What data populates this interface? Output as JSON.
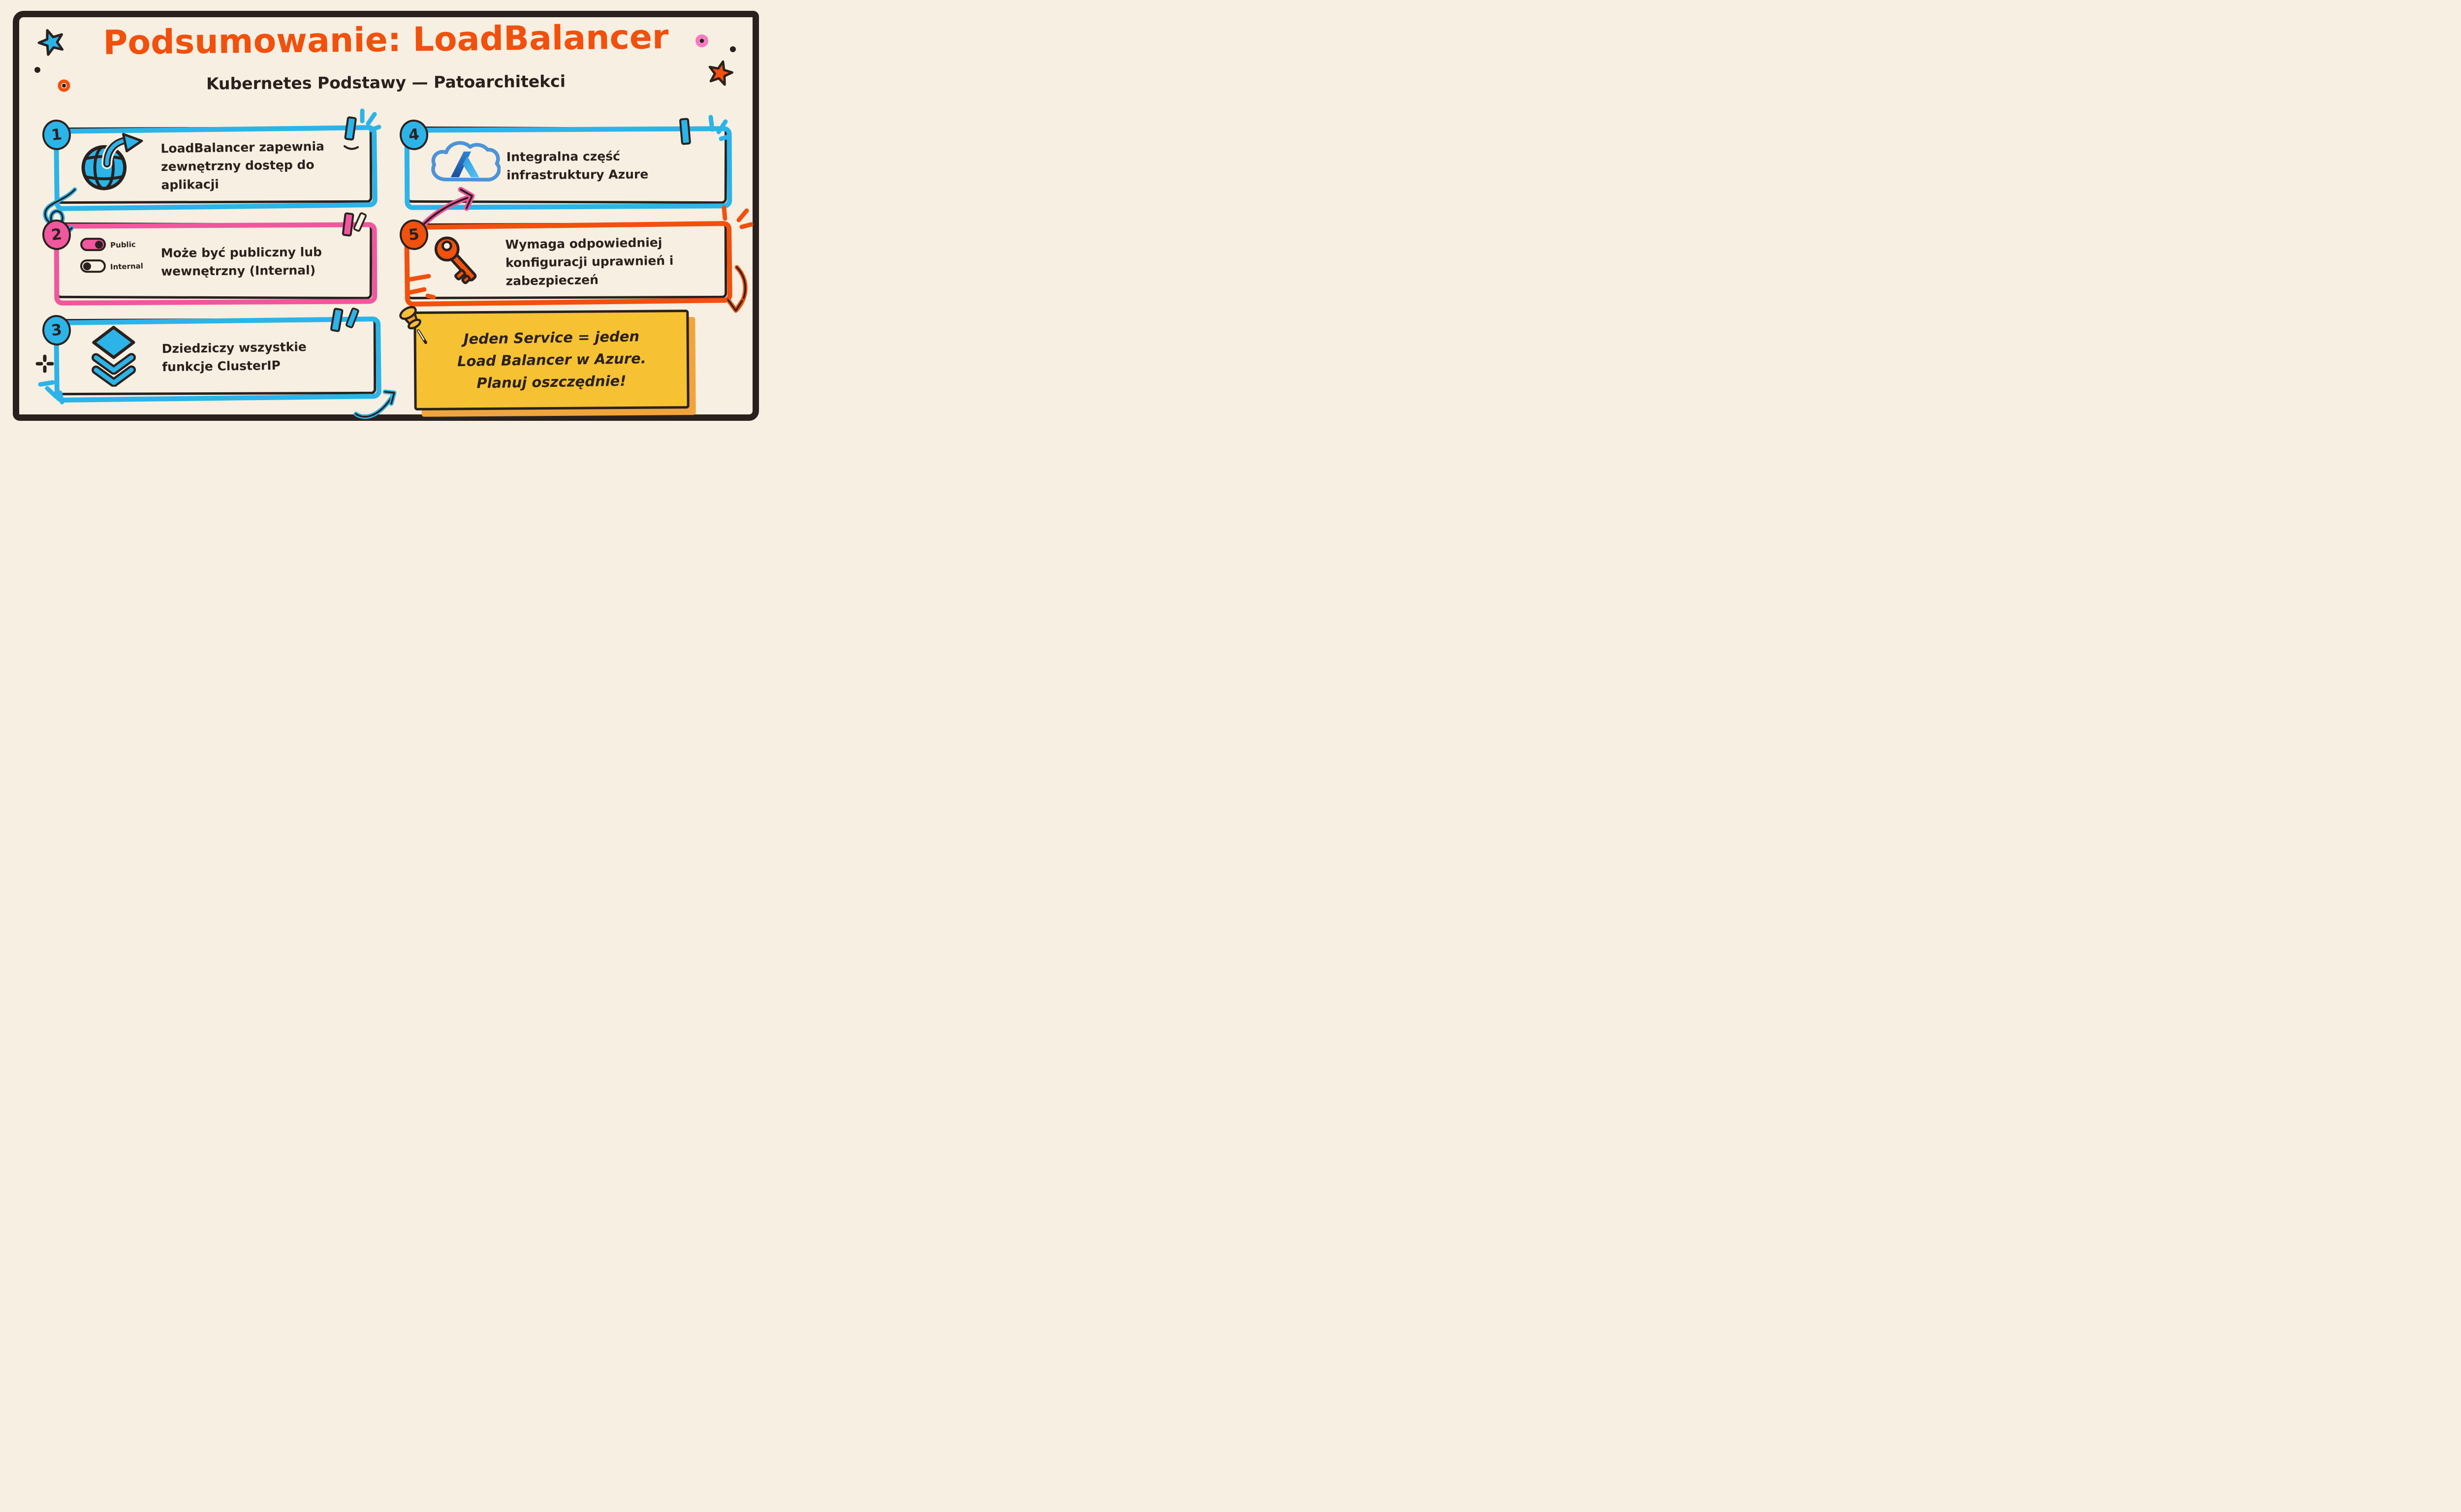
{
  "page": {
    "title": "Podsumowanie: LoadBalancer",
    "subtitle": "Kubernetes Podstawy — Patoarchitekci"
  },
  "colors": {
    "background": "#F7EFE1",
    "ink": "#2A211E",
    "accent_orange": "#F1500D",
    "accent_blue": "#2CB4E9",
    "accent_pink": "#F0579E",
    "note_yellow": "#F6C233",
    "note_shadow": "#F0A53C",
    "azure_cloud_blue": "#4C94D8"
  },
  "cards": [
    {
      "number": "1",
      "accent": "#2CB4E9",
      "icon": "globe-external-access-icon",
      "text": "LoadBalancer zapewnia zewnętrzny dostęp do aplikacji"
    },
    {
      "number": "2",
      "accent": "#F0579E",
      "icon": "public-internal-toggles-icon",
      "text": "Może być publiczny lub wewnętrzny (Internal)",
      "toggles": [
        {
          "label": "Public",
          "state": "on"
        },
        {
          "label": "Internal",
          "state": "off"
        }
      ]
    },
    {
      "number": "3",
      "accent": "#2CB4E9",
      "icon": "layers-icon",
      "text": "Dziedziczy wszystkie funkcje ClusterIP"
    },
    {
      "number": "4",
      "accent": "#2CB4E9",
      "icon": "azure-cloud-icon",
      "text": "Integralna część infrastruktury Azure"
    },
    {
      "number": "5",
      "accent": "#F1500D",
      "icon": "key-icon",
      "text": "Wymaga odpowiedniej konfiguracji uprawnień i zabezpieczeń"
    }
  ],
  "note": {
    "icon": "pushpin-icon",
    "lines": [
      "Jeden Service = jeden",
      "Load Balancer w Azure.",
      "Planuj oszczędnie!"
    ]
  },
  "icons": {
    "globe-external-access-icon": "globe with curved arrow ↗",
    "public-internal-toggles-icon": "two toggle switches",
    "layers-icon": "stacked diamond chevrons ◆",
    "azure-cloud-icon": "cloud ☁ with Azure A",
    "key-icon": "key 🔑",
    "pushpin-icon": "pushpin 📌",
    "blue-star-icon": "★",
    "orange-star-icon": "★",
    "sketch-arrows": [
      "blue-loop-arrow",
      "pink-curved-arrow",
      "blue-curved-arrow",
      "orange-curved-arrow"
    ]
  }
}
